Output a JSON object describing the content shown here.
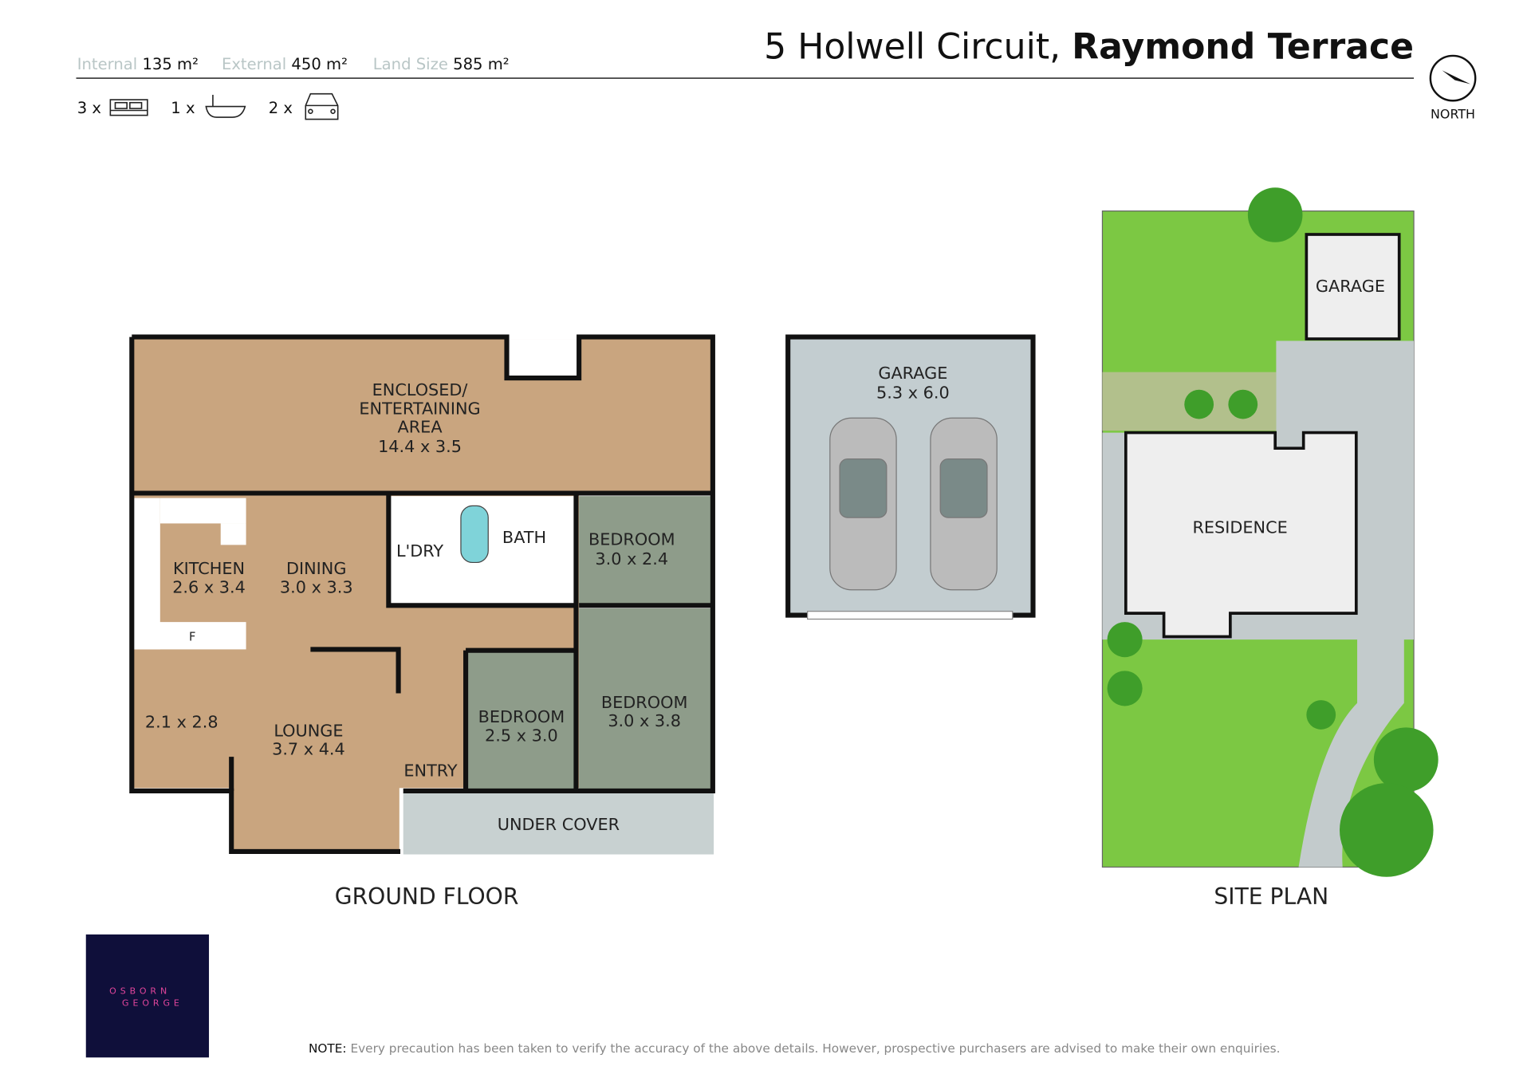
{
  "header": {
    "address_street": "5 Holwell Circuit, ",
    "address_suburb": "Raymond Terrace",
    "stats": [
      {
        "label": "Internal",
        "value": "135 m²"
      },
      {
        "label": "External",
        "value": "450 m²"
      },
      {
        "label": "Land Size",
        "value": "585 m²"
      }
    ],
    "features": [
      {
        "count": "3 x",
        "icon": "bed-icon"
      },
      {
        "count": "1 x",
        "icon": "bath-icon"
      },
      {
        "count": "2 x",
        "icon": "car-icon"
      }
    ],
    "compass_label": "NORTH"
  },
  "floor_plan": {
    "title": "GROUND FLOOR",
    "rooms": {
      "enclosed": [
        "ENCLOSED/",
        "ENTERTAINING",
        "AREA",
        "14.4 x 3.5"
      ],
      "kitchen": [
        "KITCHEN",
        "2.6 x 3.4"
      ],
      "dining": [
        "DINING",
        "3.0 x 3.3"
      ],
      "laundry": "L'DRY",
      "bath": "BATH",
      "bed1": [
        "BEDROOM",
        "3.0 x 2.4"
      ],
      "bed2": [
        "BEDROOM",
        "2.5 x 3.0"
      ],
      "bed3": [
        "BEDROOM",
        "3.0 x 3.8"
      ],
      "lounge": [
        "LOUNGE",
        "3.7 x 4.4"
      ],
      "study": "2.1 x 2.8",
      "entry": "ENTRY",
      "under_cover": "UNDER COVER",
      "fridge": "F"
    }
  },
  "garage_plan": {
    "label": "GARAGE",
    "size": "5.3 x 6.0"
  },
  "site_plan": {
    "title": "SITE PLAN",
    "garage": "GARAGE",
    "residence": "RESIDENCE"
  },
  "logo": {
    "line1": "OSBORN",
    "line2": "GEORGE"
  },
  "footer": {
    "note_label": "NOTE:",
    "note_text": " Every precaution has been taken to verify the accuracy of the above details. However, prospective purchasers are advised to make their own enquiries."
  },
  "colors": {
    "wood": "#c9a57f",
    "bedroom": "#8e9c8a",
    "grass": "#7cc843",
    "logo_bg": "#0f0f3a",
    "logo_text": "#e0459b"
  }
}
